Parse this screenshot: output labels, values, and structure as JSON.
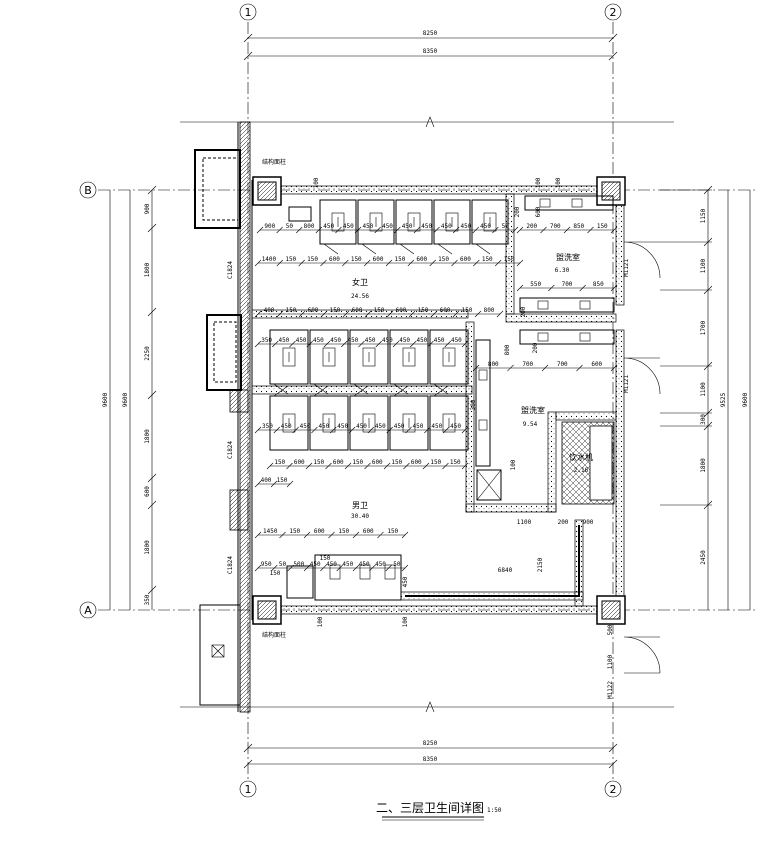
{
  "axes": {
    "col1": "1",
    "col2": "2",
    "rowA": "A",
    "rowB": "B"
  },
  "dims": {
    "top1": "8250",
    "top2": "8350",
    "bot1": "8250",
    "bot2": "8350",
    "left_total1": "9600",
    "left_total2": "9600",
    "right_total": "9600",
    "right_total2": "9525",
    "left_segments": [
      "900",
      "1800",
      "2250",
      "1800",
      "600",
      "1800",
      "350"
    ],
    "right_segments": [
      "1150",
      "1100",
      "1700",
      "1100",
      "300",
      "1800",
      "2450"
    ],
    "right_bottom": [
      "500",
      "1100"
    ],
    "row1": [
      "900",
      "50",
      "800",
      "450",
      "450",
      "450",
      "450",
      "450",
      "450",
      "450",
      "450",
      "450",
      "50"
    ],
    "row2": [
      "1400",
      "150",
      "150",
      "600",
      "150",
      "600",
      "150",
      "600",
      "150",
      "600",
      "150",
      "150"
    ],
    "row3": [
      "400",
      "150",
      "600",
      "150",
      "600",
      "150",
      "600",
      "150",
      "600",
      "150",
      "800"
    ],
    "row4": [
      "350",
      "450",
      "450",
      "450",
      "450",
      "450",
      "450",
      "450",
      "450",
      "450",
      "450",
      "450"
    ],
    "row5": [
      "350",
      "450",
      "450",
      "450",
      "450",
      "450",
      "450",
      "450",
      "450",
      "450",
      "450"
    ],
    "row6": [
      "150",
      "600",
      "150",
      "600",
      "150",
      "600",
      "150",
      "600",
      "150",
      "150"
    ],
    "row7": [
      "400",
      "150"
    ],
    "row8": [
      "1450",
      "150",
      "600",
      "150",
      "600",
      "150"
    ],
    "row9": [
      "950",
      "50",
      "500",
      "450",
      "450",
      "450",
      "450",
      "450",
      "50"
    ],
    "wash1": [
      "200",
      "700",
      "850",
      "150"
    ],
    "wash2": [
      "550",
      "700",
      "850"
    ],
    "wash3": [
      "800",
      "700",
      "700",
      "600"
    ],
    "misc": [
      "1100",
      "200",
      "900",
      "2150",
      "6840",
      "100",
      "100",
      "100",
      "100",
      "100",
      "200",
      "600",
      "200",
      "800",
      "300",
      "200",
      "150",
      "150",
      "450",
      "100"
    ]
  },
  "labels": {
    "struct_top": "结构面柱",
    "struct_bot": "结构面柱",
    "women": "女卫",
    "women_area": "24.56",
    "men": "男卫",
    "men_area": "30.40",
    "wash1": "盥洗室",
    "wash1_area": "6.30",
    "wash2": "盥洗室",
    "wash2_area": "9.54",
    "water": "饮水机",
    "water_area": "2.16",
    "window1": "C1824",
    "window2": "C1824",
    "window3": "C1824",
    "door1": "M1121",
    "door2": "M1121",
    "door3": "M1122"
  },
  "title": {
    "main": "二、三层卫生间详图",
    "scale": "1:50"
  }
}
